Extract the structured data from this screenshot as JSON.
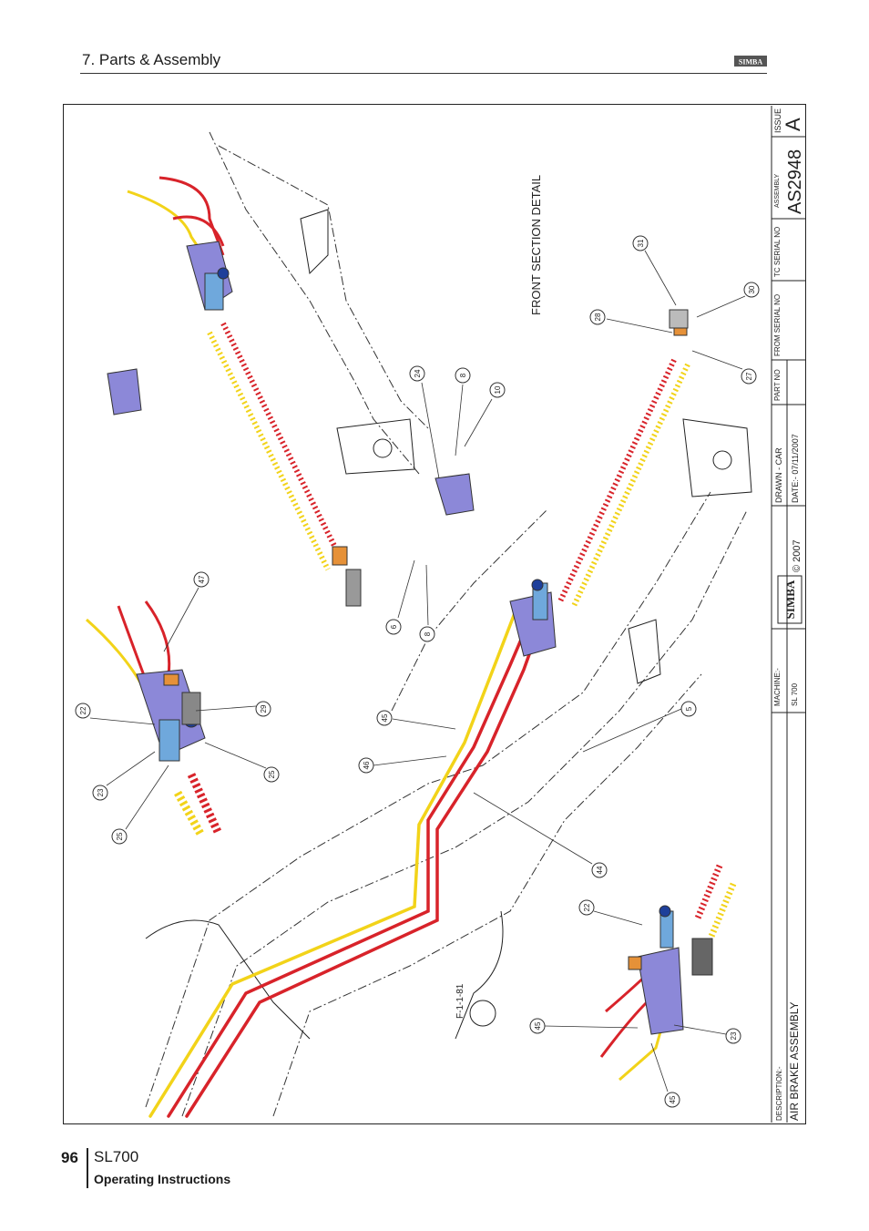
{
  "header": {
    "section_title": "7. Parts & Assembly",
    "logo_text": "SIMBA"
  },
  "drawing": {
    "detail_title": "FRONT SECTION DETAIL",
    "stamp_text": "F-1-1-81",
    "callouts": [
      "31",
      "28",
      "30",
      "27",
      "24",
      "8",
      "10",
      "6",
      "8",
      "47",
      "22",
      "29",
      "23",
      "25",
      "25",
      "45",
      "46",
      "5",
      "44",
      "22",
      "45",
      "23",
      "45"
    ]
  },
  "title_block": {
    "issue_label": "ISSUE",
    "issue_value": "A",
    "assembly_label": "ASSEMBLY",
    "assembly_value": "AS2948",
    "tc_serial_label": "TC SERIAL NO",
    "from_serial_label": "FROM SERIAL NO",
    "part_no_label": "PART NO",
    "drawn_label": "DRAWN - CAR",
    "date_label": "DATE:- 07/11/2007",
    "logo_text": "SIMBA",
    "copyright": "© 2007",
    "machine_label": "MACHINE:-",
    "machine_value": "SL 700",
    "description_label": "DESCRIPTION:-",
    "description_value": "AIR BRAKE ASSEMBLY"
  },
  "footer": {
    "page_number": "96",
    "model": "SL700",
    "subtitle": "Operating Instructions"
  },
  "colors": {
    "hose_red": "#d8232a",
    "hose_yellow": "#f2d319",
    "bracket_blue": "#8c88d8",
    "line": "#222222"
  }
}
